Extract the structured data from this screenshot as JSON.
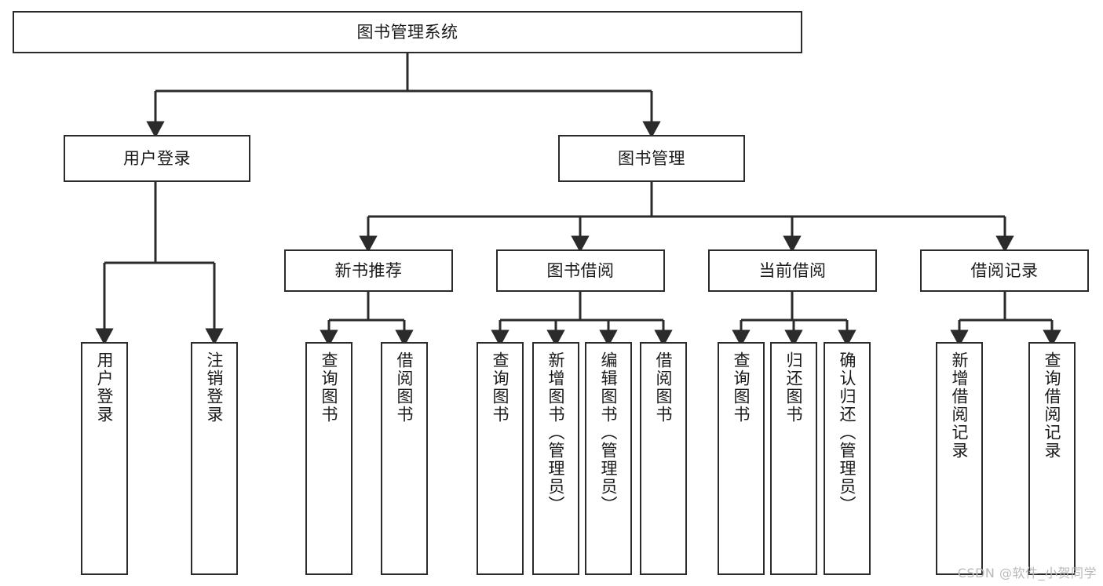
{
  "diagram": {
    "title": "图书管理系统",
    "type": "hierarchy-tree",
    "orientation": "top-down",
    "colors": {
      "box_border": "#2b2b2b",
      "box_fill": "#ffffff",
      "connector": "#2b2b2b",
      "text": "#1a1a1a",
      "watermark": "#b9b9b9"
    },
    "root": {
      "id": "root",
      "label": "图书管理系统"
    },
    "level1": [
      {
        "id": "user-login",
        "label": "用户登录"
      },
      {
        "id": "book-management",
        "label": "图书管理"
      }
    ],
    "level2": [
      {
        "id": "new-book-recommend",
        "label": "新书推荐",
        "parent": "book-management"
      },
      {
        "id": "book-borrow",
        "label": "图书借阅",
        "parent": "book-management"
      },
      {
        "id": "current-borrow",
        "label": "当前借阅",
        "parent": "book-management"
      },
      {
        "id": "borrow-record",
        "label": "借阅记录",
        "parent": "book-management"
      }
    ],
    "leaves": [
      {
        "id": "leaf-user-login",
        "label": "用户登录",
        "parent": "user-login"
      },
      {
        "id": "leaf-logout-login",
        "label": "注销登录",
        "parent": "user-login"
      },
      {
        "id": "leaf-query-book-1",
        "label": "查询图书",
        "parent": "new-book-recommend"
      },
      {
        "id": "leaf-borrow-book-1",
        "label": "借阅图书",
        "parent": "new-book-recommend"
      },
      {
        "id": "leaf-query-book-2",
        "label": "查询图书",
        "parent": "book-borrow"
      },
      {
        "id": "leaf-add-book",
        "label": "新增图书（管理员）",
        "parent": "book-borrow"
      },
      {
        "id": "leaf-edit-book",
        "label": "编辑图书（管理员）",
        "parent": "book-borrow"
      },
      {
        "id": "leaf-borrow-book-2",
        "label": "借阅图书",
        "parent": "book-borrow"
      },
      {
        "id": "leaf-query-book-3",
        "label": "查询图书",
        "parent": "current-borrow"
      },
      {
        "id": "leaf-return-book",
        "label": "归还图书",
        "parent": "current-borrow"
      },
      {
        "id": "leaf-confirm-return",
        "label": "确认归还（管理员）",
        "parent": "current-borrow"
      },
      {
        "id": "leaf-add-record",
        "label": "新增借阅记录",
        "parent": "borrow-record"
      },
      {
        "id": "leaf-query-record",
        "label": "查询借阅记录",
        "parent": "borrow-record"
      }
    ],
    "watermark": "CSDN @软件_小贺同学"
  }
}
